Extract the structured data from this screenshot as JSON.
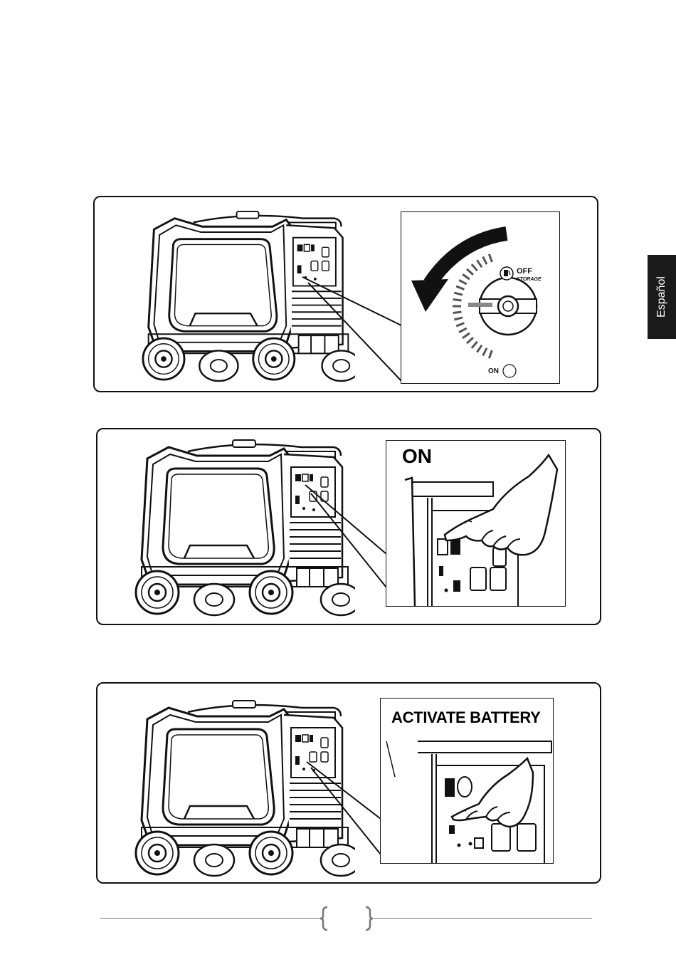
{
  "side_tab": {
    "label": "Español"
  },
  "panels": [
    {
      "dial": {
        "off_label": "OFF",
        "storage_label": "STORAGE",
        "on_label": "ON"
      }
    },
    {
      "title": "ON"
    },
    {
      "title": "ACTIVATE BATTERY"
    }
  ],
  "colors": {
    "ink": "#111111",
    "tab_bg": "#1a1a1a",
    "paper": "#ffffff",
    "footer_line": "#777777"
  },
  "icons": [
    "fuel-pump-icon",
    "rotate-arrow-icon",
    "finger-press-icon",
    "generator-illustration"
  ]
}
